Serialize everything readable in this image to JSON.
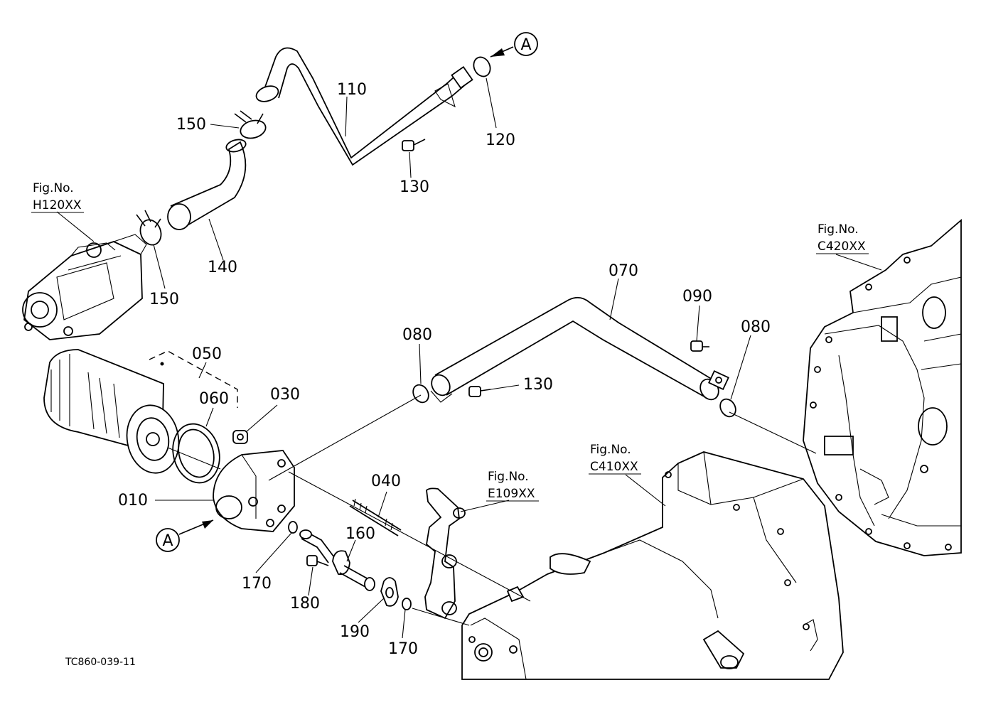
{
  "part_labels": {
    "p110": "110",
    "p120": "120",
    "p130a": "130",
    "p150a": "150",
    "p140": "140",
    "p150b": "150",
    "p070": "070",
    "p090": "090",
    "p080a": "080",
    "p080b": "080",
    "p130b": "130",
    "p050": "050",
    "p060": "060",
    "p030": "030",
    "p010": "010",
    "p040": "040",
    "p160": "160",
    "p170a": "170",
    "p180": "180",
    "p190": "190",
    "p170b": "170"
  },
  "fig_refs": {
    "h120": {
      "title": "Fig.No.",
      "code": "H120XX"
    },
    "c420": {
      "title": "Fig.No.",
      "code": "C420XX"
    },
    "c410": {
      "title": "Fig.No.",
      "code": "C410XX"
    },
    "e109": {
      "title": "Fig.No.",
      "code": "E109XX"
    }
  },
  "markers": {
    "a_top": "A",
    "a_left": "A"
  },
  "drawing_code": "TC860-039-11"
}
